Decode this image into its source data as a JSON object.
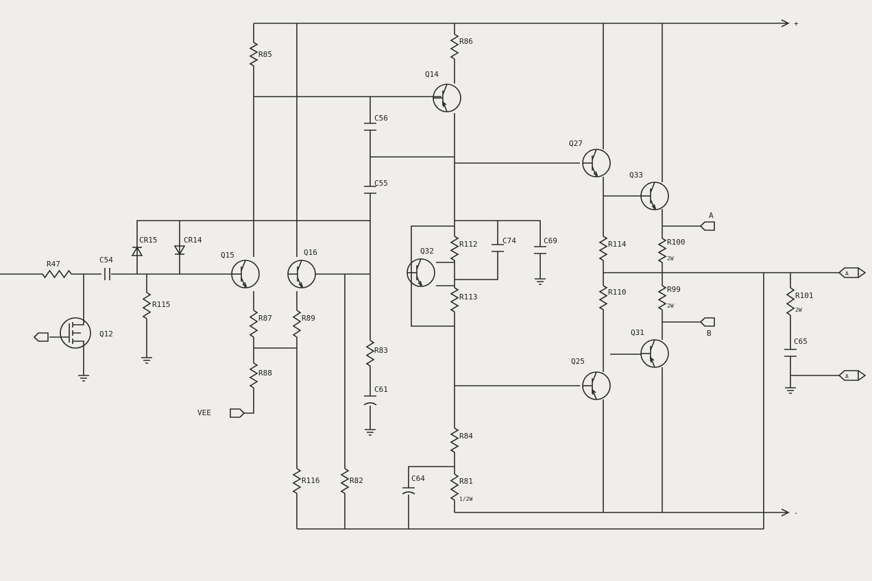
{
  "resistors": {
    "r47": "R47",
    "r115": "R115",
    "r85": "R85",
    "r87": "R87",
    "r88": "R88",
    "r89": "R89",
    "r116": "R116",
    "r82": "R82",
    "r83": "R83",
    "r86": "R86",
    "r112": "R112",
    "r113": "R113",
    "r84": "R84",
    "r81": "R81",
    "r81_value": "1/2W",
    "r114": "R114",
    "r110": "R110",
    "r100": "R100",
    "r100_value": "2W",
    "r99": "R99",
    "r99_value": "2W",
    "r101": "R101",
    "r101_value": "2W"
  },
  "capacitors": {
    "c54": "C54",
    "c56": "C56",
    "c55": "C55",
    "c61": "C61",
    "c64": "C64",
    "c74": "C74",
    "c69": "C69",
    "c65": "C65"
  },
  "transistors": {
    "q12": "Q12",
    "q15": "Q15",
    "q16": "Q16",
    "q14": "Q14",
    "q32": "Q32",
    "q27": "Q27",
    "q33": "Q33",
    "q25": "Q25",
    "q31": "Q31"
  },
  "diodes": {
    "cr15": "CR15",
    "cr14": "CR14"
  },
  "nets": {
    "vee": "VEE",
    "a": "A",
    "b": "B",
    "plus_rail": "+",
    "minus_rail": "-",
    "port_a": "A",
    "port_b": "A"
  },
  "colors": {
    "ink": "#2a2a2a",
    "paper": "#efeeec"
  }
}
